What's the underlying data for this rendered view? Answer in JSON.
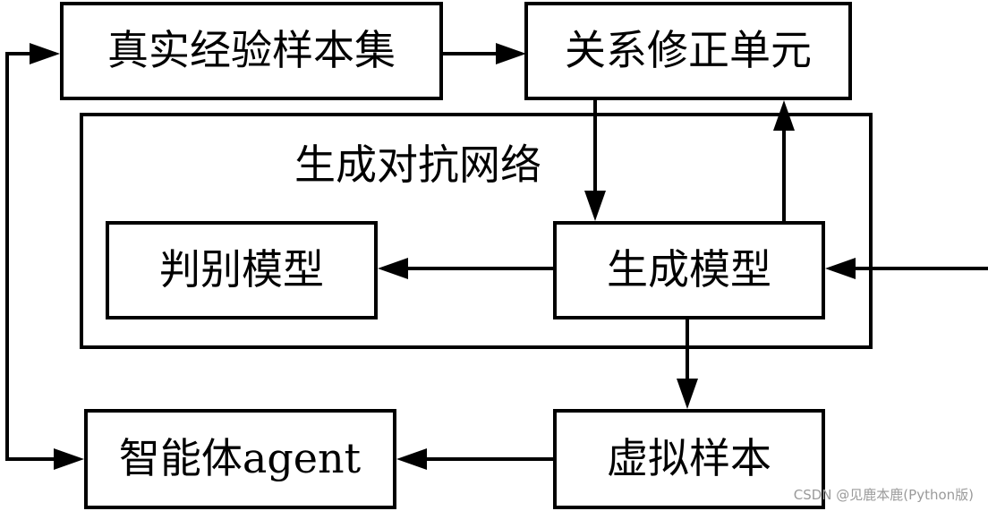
{
  "nodes": {
    "real_samples": "真实经验样本集",
    "relation_unit": "关系修正单元",
    "gan_title": "生成对抗网络",
    "discriminator": "判别模型",
    "generator": "生成模型",
    "agent": "智能体agent",
    "virtual_samples": "虚拟样本"
  },
  "watermark": "CSDN @见鹿本鹿(Python版)"
}
